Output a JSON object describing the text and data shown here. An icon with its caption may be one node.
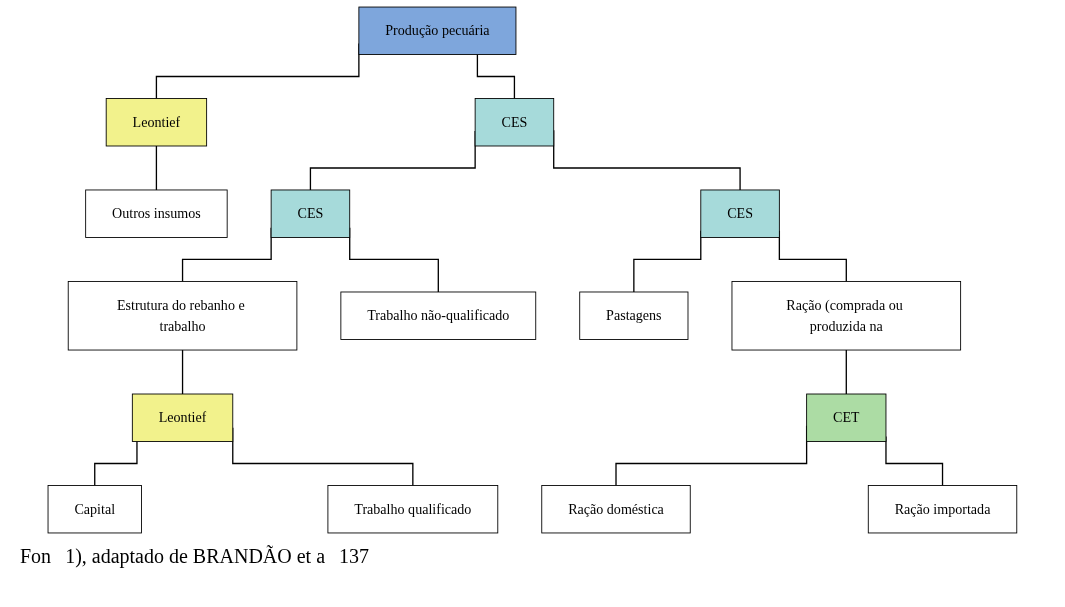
{
  "diagram": {
    "nodes": [
      {
        "text": [
          "Produção pecuária"
        ]
      },
      {
        "text": [
          "Leontief"
        ]
      },
      {
        "text": [
          "Outros insumos"
        ]
      },
      {
        "text": [
          "CES"
        ]
      },
      {
        "text": [
          "CES"
        ]
      },
      {
        "text": [
          "CES"
        ]
      },
      {
        "text": [
          "Estrutura do rebanho e trabalho"
        ]
      },
      {
        "text": [
          "Trabalho não-qualificado"
        ]
      },
      {
        "text": [
          "Pastagens"
        ]
      },
      {
        "text": [
          "Ração (comprada ou produzida na"
        ]
      },
      {
        "text": [
          "Leontief"
        ]
      },
      {
        "text": [
          "Capital"
        ]
      },
      {
        "text": [
          "Trabalho qualificado"
        ]
      },
      {
        "text": [
          "Ração doméstica"
        ]
      },
      {
        "text": [
          "Ração importada"
        ]
      },
      {
        "text": [
          "CET"
        ]
      }
    ],
    "edges": [
      {
        "from": 0,
        "to": 3,
        "arrow": "none"
      },
      {
        "from": 0,
        "to": 1,
        "arrow": "none"
      },
      {
        "from": 1,
        "to": 2,
        "arrow": "none"
      },
      {
        "from": 3,
        "to": 4,
        "arrow": "none"
      },
      {
        "from": 3,
        "to": 5,
        "arrow": "none"
      },
      {
        "from": 4,
        "to": 6,
        "arrow": "none"
      },
      {
        "from": 4,
        "to": 7,
        "arrow": "none"
      },
      {
        "from": 5,
        "to": 8,
        "arrow": "none"
      },
      {
        "from": 5,
        "to": 9,
        "arrow": "none"
      },
      {
        "from": 6,
        "to": 10,
        "arrow": "none"
      },
      {
        "from": 10,
        "to": 11,
        "arrow": "none"
      },
      {
        "from": 10,
        "to": 12,
        "arrow": "none"
      },
      {
        "from": 9,
        "to": 15,
        "arrow": "none"
      },
      {
        "from": 15,
        "to": 13,
        "arrow": "none"
      },
      {
        "from": 15,
        "to": 14,
        "arrow": "none"
      }
    ],
    "labels": [
      "Fon",
      "1), adaptado de BRANDÃO et a",
      "137"
    ]
  }
}
